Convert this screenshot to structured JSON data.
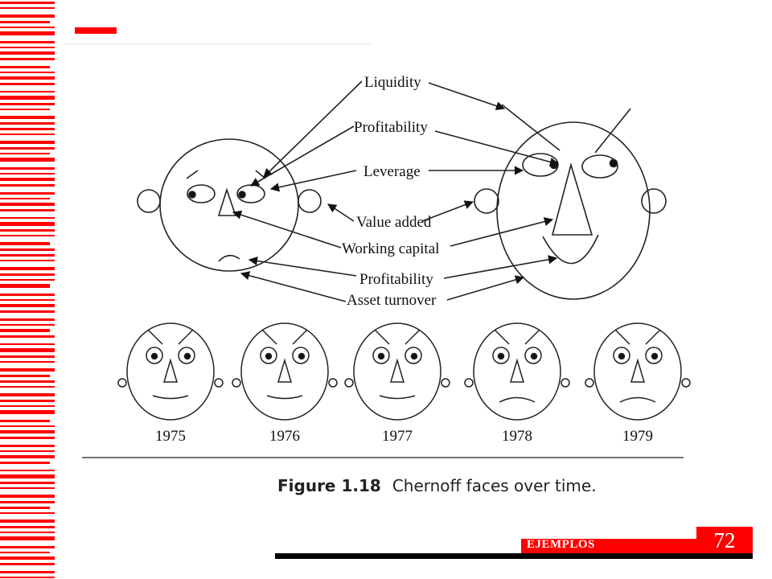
{
  "slide": {
    "figure": {
      "labels": {
        "liquidity": "Liquidity",
        "profitability_1": "Profitability",
        "leverage": "Leverage",
        "value_added": "Value added",
        "working_capital": "Working capital",
        "profitability_2": "Profitability",
        "asset_turnover": "Asset turnover"
      },
      "years": [
        "1975",
        "1976",
        "1977",
        "1978",
        "1979"
      ],
      "caption_label": "Figure 1.18",
      "caption_text": "Chernoff faces over time."
    },
    "footer": {
      "section": "EJEMPLOS",
      "page_number": "72"
    },
    "colors": {
      "accent": "#ff0000",
      "ink": "#111111"
    }
  }
}
